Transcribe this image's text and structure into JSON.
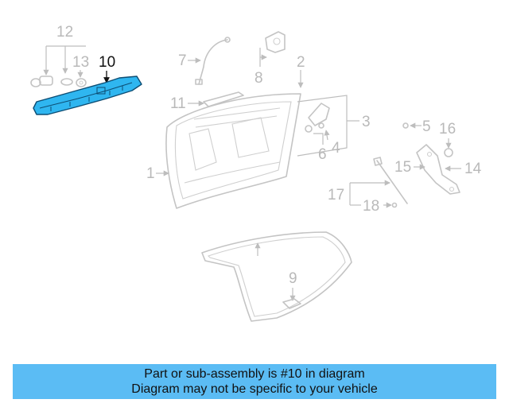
{
  "diagram": {
    "callouts": {
      "c1": "1",
      "c2": "2",
      "c3": "3",
      "c4": "4",
      "c5": "5",
      "c6": "6",
      "c7": "7",
      "c8": "8",
      "c9": "9",
      "c10": "10",
      "c11": "11",
      "c12": "12",
      "c13": "13",
      "c14": "14",
      "c15": "15",
      "c16": "16",
      "c17": "17",
      "c18": "18"
    },
    "highlighted_part": "10",
    "colors": {
      "highlight": "#2fb6f0",
      "lines": "#c4c4c4",
      "banner": "#5bbcf4"
    }
  },
  "banner": {
    "line1": "Part or sub-assembly is #10 in diagram",
    "line2": "Diagram may not be specific to your vehicle"
  }
}
